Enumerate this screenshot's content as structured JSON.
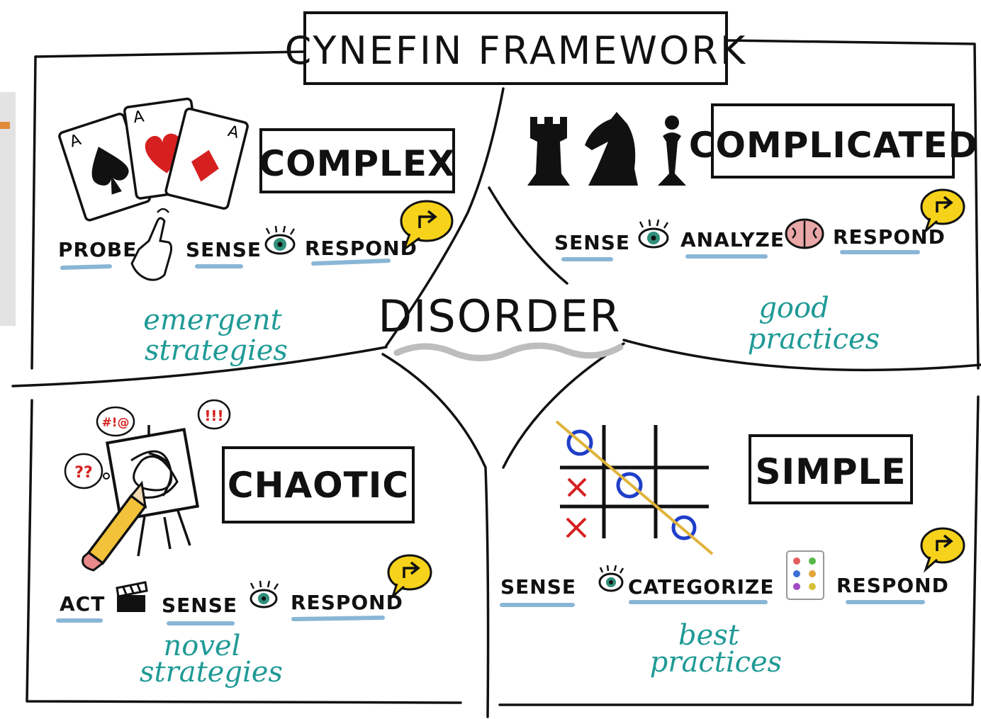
{
  "title": "CYNEFIN FRAMEWORK",
  "center_label": "DISORDER",
  "domains": {
    "complex": {
      "label": "COMPLEX",
      "steps": [
        "PROBE",
        "SENSE",
        "RESPOND"
      ],
      "practice": [
        "emergent",
        "strategies"
      ]
    },
    "complicated": {
      "label": "COMPLICATED",
      "steps": [
        "SENSE",
        "ANALYZE",
        "RESPOND"
      ],
      "practice": [
        "good",
        "practices"
      ]
    },
    "chaotic": {
      "label": "CHAOTIC",
      "steps": [
        "ACT",
        "SENSE",
        "RESPOND"
      ],
      "practice": [
        "novel",
        "strategies"
      ]
    },
    "simple": {
      "label": "SIMPLE",
      "steps": [
        "SENSE",
        "CATEGORIZE",
        "RESPOND"
      ],
      "practice": [
        "best",
        "practices"
      ]
    }
  },
  "doodles": {
    "card_letter": "A",
    "shout_left": "#!@",
    "shout_right": "!!!",
    "question": "??"
  },
  "colors": {
    "ink": "#111111",
    "teal_text": "#1f9a96",
    "underline_blue": "#8ab6d6",
    "yellow_bubble": "#f6d21a",
    "card_red": "#d62020",
    "eye_green": "#2f8f7a",
    "brain_pink": "#e9a7a7",
    "ttt_blue": "#1f3fc9",
    "ttt_red": "#d61f1f",
    "ttt_line": "#e0b33a"
  },
  "icons": [
    "playing-cards-icon",
    "pointing-hand-icon",
    "eye-icon",
    "respond-arrow-bubble-icon",
    "chess-pieces-icon",
    "brain-icon",
    "easel-icon",
    "pencil-icon",
    "clapperboard-icon",
    "tic-tac-toe-icon",
    "color-dots-card-icon"
  ]
}
